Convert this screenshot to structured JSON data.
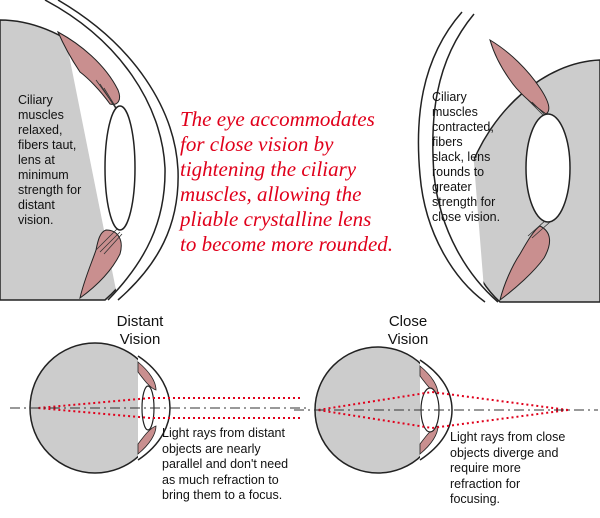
{
  "colors": {
    "red": "#e0001b",
    "muscle": "#c98f8f",
    "eye_fill": "#cccccc"
  },
  "labels": {
    "left_eye": "Ciliary\nmuscles\nrelaxed,\nfibers taut,\nlens at\nminimum\nstrength for\ndistant\nvision.",
    "right_eye": "Ciliary\nmuscles\ncontracted,\nfibers\nslack, lens\nrounds to\ngreater\nstrength for\nclose vision.",
    "main_text": "The eye accommodates\n for close vision by\ntightening the ciliary\nmuscles, allowing the\npliable crystalline lens\nto become more rounded.",
    "distant_title": "Distant\nVision",
    "close_title": "Close\nVision",
    "distant_caption": "Light rays from distant\nobjects are nearly\nparallel and don't need\nas much refraction to\nbring them to a focus.",
    "close_caption": "Light rays from close\nobjects diverge and\nrequire more\nrefraction for\nfocusing."
  }
}
